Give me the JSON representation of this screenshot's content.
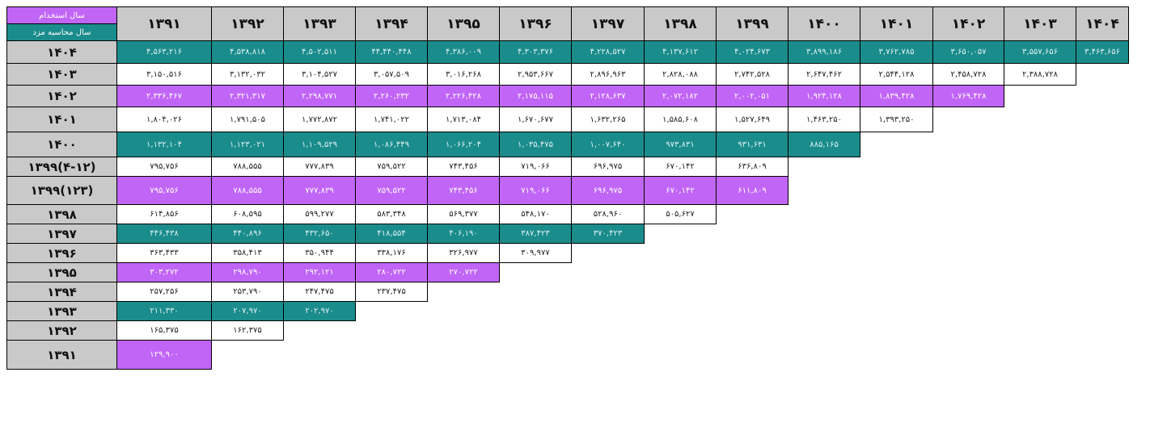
{
  "corner": {
    "hire_label": "سال استخدام",
    "calc_label": "سال محاسبه مزد"
  },
  "colors": {
    "teal": "#1b8c8c",
    "purple": "#c165f7",
    "header_gray": "#c9c9c9",
    "white": "#ffffff"
  },
  "columns": [
    "۱۳۹۱",
    "۱۳۹۲",
    "۱۳۹۳",
    "۱۳۹۴",
    "۱۳۹۵",
    "۱۳۹۶",
    "۱۳۹۷",
    "۱۳۹۸",
    "۱۳۹۹",
    "۱۴۰۰",
    "۱۴۰۱",
    "۱۴۰۲",
    "۱۴۰۳",
    "۱۴۰۴"
  ],
  "rows": [
    {
      "label": "۱۴۰۴",
      "color": "teal",
      "values": [
        "۴,۵۶۳,۲۱۶",
        "۴,۵۳۸,۸۱۸",
        "۴,۵۰۲,۵۱۱",
        "۴۴,۴۴۰,۴۴۸",
        "۴,۳۸۶,۰۰۹",
        "۴,۳۰۳,۳۷۶",
        "۴,۲۲۸,۵۲۷",
        "۴,۱۳۷,۶۱۲",
        "۴,۰۲۴,۶۷۳",
        "۳,۸۹۹,۱۸۶",
        "۳,۷۶۲,۷۸۵",
        "۳,۶۵۰,۰۵۷",
        "۳,۵۵۷,۶۵۶",
        "۳,۴۶۳,۶۵۶"
      ]
    },
    {
      "label": "۱۴۰۳",
      "color": "white",
      "values": [
        "۳,۱۵۰,۵۱۶",
        "۳,۱۳۲,۰۳۲",
        "۳,۱۰۴,۵۲۷",
        "۳,۰۵۷,۵۰۹",
        "۳,۰۱۶,۲۶۸",
        "۲,۹۵۳,۶۶۷",
        "۲,۸۹۶,۹۶۳",
        "۲,۸۲۸,۰۸۸",
        "۲,۷۴۲,۵۲۸",
        "۲,۶۴۷,۴۶۲",
        "۲,۵۴۴,۱۲۸",
        "۲,۴۵۸,۷۲۸",
        "۲,۳۸۸,۷۲۸"
      ]
    },
    {
      "label": "۱۴۰۲",
      "color": "purple",
      "values": [
        "۲,۳۳۶,۴۶۷",
        "۲,۳۲۱,۳۱۷",
        "۲,۲۹۸,۷۷۱",
        "۲,۲۶۰,۲۳۲",
        "۲,۲۲۶,۴۲۸",
        "۲,۱۷۵,۱۱۵",
        "۲,۱۲۸,۶۳۷",
        "۲,۰۷۲,۱۸۲",
        "۲,۰۰۲,۰۵۱",
        "۱,۹۲۴,۱۲۸",
        "۱,۸۳۹,۴۲۸",
        "۱,۷۶۹,۴۲۸"
      ]
    },
    {
      "label": "۱۴۰۱",
      "color": "white",
      "values": [
        "۱,۸۰۴,۰۲۶",
        "۱,۷۹۱,۵۰۵",
        "۱,۷۷۲,۸۷۲",
        "۱,۷۴۱,۰۲۲",
        "۱,۷۱۳,۰۸۴",
        "۱,۶۷۰,۶۷۷",
        "۱,۶۳۲,۲۶۵",
        "۱,۵۸۵,۶۰۸",
        "۱,۵۲۷,۶۴۹",
        "۱,۴۶۳,۲۵۰",
        "۱,۳۹۳,۲۵۰"
      ]
    },
    {
      "label": "۱۴۰۰",
      "color": "teal",
      "values": [
        "۱,۱۳۲,۱۰۴",
        "۱,۱۲۳,۰۲۱",
        "۱,۱۰۹,۵۲۹",
        "۱,۰۸۶,۴۴۹",
        "۱,۰۶۶,۲۰۴",
        "۱,۰۳۵,۴۷۵",
        "۱,۰۰۷,۶۴۰",
        "۹۷۳,۸۳۱",
        "۹۳۱,۶۳۱",
        "۸۸۵,۱۶۵"
      ]
    },
    {
      "label": "۱۳۹۹(۴-۱۲)",
      "color": "white",
      "values": [
        "۷۹۵,۷۵۶",
        "۷۸۸,۵۵۵",
        "۷۷۷,۸۳۹",
        "۷۵۹,۵۲۲",
        "۷۴۳,۴۵۶",
        "۷۱۹,۰۶۶",
        "۶۹۶,۹۷۵",
        "۶۷۰,۱۴۲",
        "۶۳۶,۸۰۹"
      ]
    },
    {
      "label": "۱۳۹۹(۱۲۳)",
      "color": "purple",
      "values": [
        "۷۹۵,۷۵۶",
        "۷۸۸,۵۵۵",
        "۷۷۷,۸۳۹",
        "۷۵۹,۵۲۲",
        "۷۴۳,۴۵۶",
        "۷۱۹,۰۶۶",
        "۶۹۶,۹۷۵",
        "۶۷۰,۱۴۲",
        "۶۱۱,۸۰۹"
      ]
    },
    {
      "label": "۱۳۹۸",
      "color": "white",
      "values": [
        "۶۱۴,۸۵۶",
        "۶۰۸,۵۹۵",
        "۵۹۹,۲۷۷",
        "۵۸۳,۳۴۸",
        "۵۶۹,۳۷۷",
        "۵۴۸,۱۷۰",
        "۵۲۸,۹۶۰",
        "۵۰۵,۶۲۷"
      ]
    },
    {
      "label": "۱۳۹۷",
      "color": "teal",
      "values": [
        "۴۴۶,۴۳۸",
        "۴۴۰,۸۹۶",
        "۴۳۲,۶۵۰",
        "۴۱۸,۵۵۴",
        "۴۰۶,۱۹۰",
        "۳۸۷,۴۲۳",
        "۳۷۰,۴۲۳"
      ]
    },
    {
      "label": "۱۳۹۶",
      "color": "white",
      "values": [
        "۳۶۳,۴۳۳",
        "۳۵۸,۴۱۳",
        "۳۵۰,۹۴۴",
        "۳۳۸,۱۷۶",
        "۳۲۶,۹۷۷",
        "۳۰۹,۹۷۷"
      ]
    },
    {
      "label": "۱۳۹۵",
      "color": "purple",
      "values": [
        "۳۰۳,۲۷۲",
        "۲۹۸,۷۹۰",
        "۲۹۲,۱۲۱",
        "۲۸۰,۷۲۲",
        "۲۷۰,۷۲۲"
      ]
    },
    {
      "label": "۱۳۹۴",
      "color": "white",
      "values": [
        "۲۵۷,۲۵۶",
        "۲۵۳,۷۹۰",
        "۲۴۷,۴۷۵",
        "۲۳۷,۴۷۵"
      ]
    },
    {
      "label": "۱۳۹۳",
      "color": "teal",
      "values": [
        "۲۱۱,۳۳۰",
        "۲۰۷,۹۷۰",
        "۲۰۲,۹۷۰"
      ]
    },
    {
      "label": "۱۳۹۲",
      "color": "white",
      "values": [
        "۱۶۵,۳۷۵",
        "۱۶۲,۳۷۵"
      ]
    },
    {
      "label": "۱۳۹۱",
      "color": "purple",
      "values": [
        "۱۲۹,۹۰۰"
      ]
    }
  ]
}
